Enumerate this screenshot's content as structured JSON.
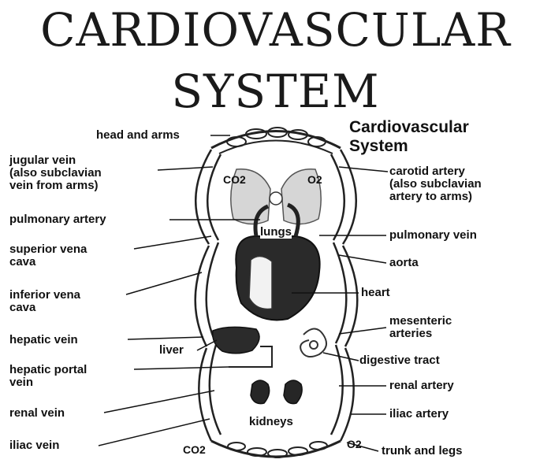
{
  "title_line1": "CARDIOVASCULAR",
  "title_line2": "SYSTEM",
  "subtitle_line1": "Cardiovascular",
  "subtitle_line2": "System",
  "labels": {
    "head_and_arms": "head and arms",
    "jugular_vein": "jugular vein\n(also subclavian\nvein from arms)",
    "pulmonary_artery": "pulmonary artery",
    "superior_vena_cava": "superior vena\ncava",
    "inferior_vena_cava": "inferior vena\ncava",
    "hepatic_vein": "hepatic vein",
    "hepatic_portal_vein": "hepatic portal\nvein",
    "renal_vein": "renal vein",
    "iliac_vein": "iliac vein",
    "carotid_artery": "carotid artery\n(also subclavian\nartery to arms)",
    "pulmonary_vein": "pulmonary vein",
    "aorta": "aorta",
    "heart": "heart",
    "mesenteric_arteries": "mesenteric\narteries",
    "digestive_tract": "digestive tract",
    "renal_artery": "renal artery",
    "iliac_artery": "iliac artery",
    "trunk_and_legs": "trunk and legs",
    "lungs": "lungs",
    "liver": "liver",
    "kidneys": "kidneys"
  },
  "gas": {
    "co2_top": "CO2",
    "o2_top": "O2",
    "co2_bottom": "CO2",
    "o2_bottom": "O2"
  }
}
